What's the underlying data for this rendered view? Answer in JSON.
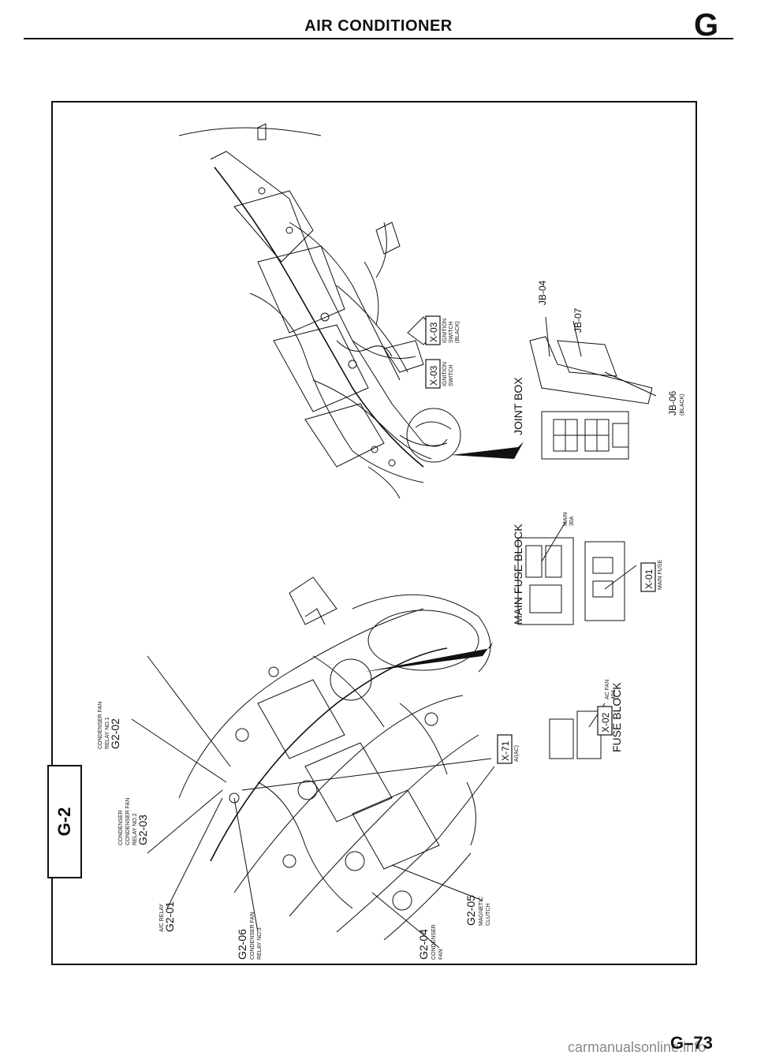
{
  "header": {
    "title": "AIR CONDITIONER",
    "section_letter": "G"
  },
  "side_tab": "G-2",
  "page_number": "G–73",
  "watermark": "carmanualsonline.info",
  "labels": {
    "x03_top_code": "X-03",
    "x03_top_desc1": "IGNITION",
    "x03_top_desc2": "SWITCH",
    "x03_top_desc3": "(BLACK)",
    "x03_bot_code": "X-03",
    "x03_bot_desc1": "IGNITION",
    "x03_bot_desc2": "SWITCH",
    "jb04": "JB-04",
    "jb07": "JB-07",
    "jb06": "JB-06",
    "jb06_desc": "(BLACK)",
    "joint_box": "JOINT BOX",
    "main_fuse_block": "MAIN FUSE BLOCK",
    "main_30a_1": "MAIN",
    "main_30a_2": "30A",
    "x01_code": "X-01",
    "x01_desc": "MAIN FUSE",
    "fuse_block": "FUSE BLOCK",
    "x02_code": "X-02",
    "acfan_1": "AC FAN",
    "acfan_2": "40A",
    "x71_code": "X-71",
    "x71_desc": "A/(AC)",
    "g202_desc1": "CONDENSER FAN",
    "g202_desc2": "RELAY NO.1",
    "g202_code": "G2-02",
    "g203_desc1": "CONDENSER",
    "g203_desc2": "CONDENSER FAN",
    "g203_desc3": "RELAY NO.2",
    "g203_code": "G2-03",
    "g201_desc": "A/C RELAY",
    "g201_code": "G2-01",
    "g206_code": "G2-06",
    "g206_desc1": "CONDENSER FAN",
    "g206_desc2": "RELAY NO.3",
    "g204_code": "G2-04",
    "g204_desc1": "CONDENSER",
    "g204_desc2": "FAN",
    "g205_code": "G2-05",
    "g205_desc1": "MAGNETIC",
    "g205_desc2": "CLUTCH"
  }
}
